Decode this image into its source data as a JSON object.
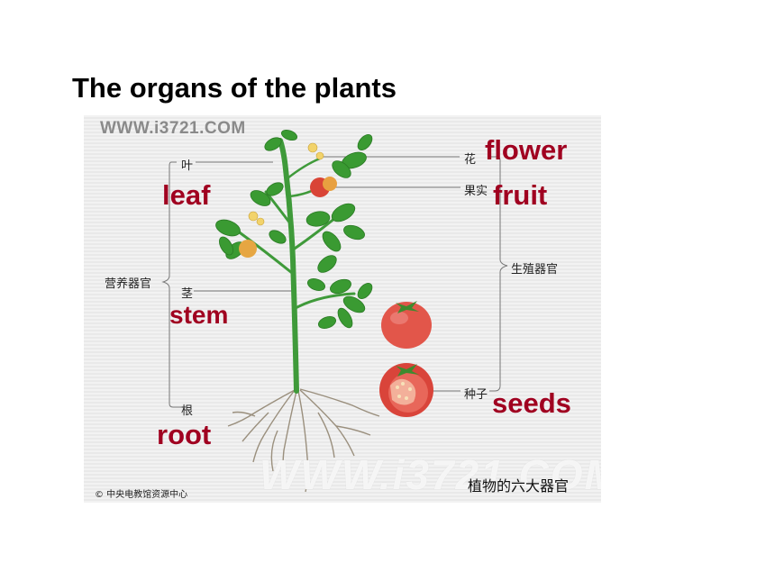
{
  "title": "The organs of the plants",
  "figure": {
    "watermark_top": "WWW.i3721.COM",
    "watermark_bottom": "WWW.i3721.COM",
    "copyright": "© 中央电教馆资源中心",
    "caption_cn": "植物的六大器官",
    "groups": {
      "vegetative": "营养器官",
      "reproductive": "生殖器官"
    },
    "organs": {
      "leaf": {
        "cn": "叶",
        "en": "leaf"
      },
      "stem": {
        "cn": "茎",
        "en": "stem"
      },
      "root": {
        "cn": "根",
        "en": "root"
      },
      "flower": {
        "cn": "花",
        "en": "flower"
      },
      "fruit": {
        "cn": "果实",
        "en": "fruit"
      },
      "seeds": {
        "cn": "种子",
        "en": "seeds"
      }
    }
  },
  "colors": {
    "english_label": "#a00020",
    "stem_green": "#3f9a3a",
    "leaf_green": "#3a9a32",
    "tomato_red": "#e0463c"
  }
}
